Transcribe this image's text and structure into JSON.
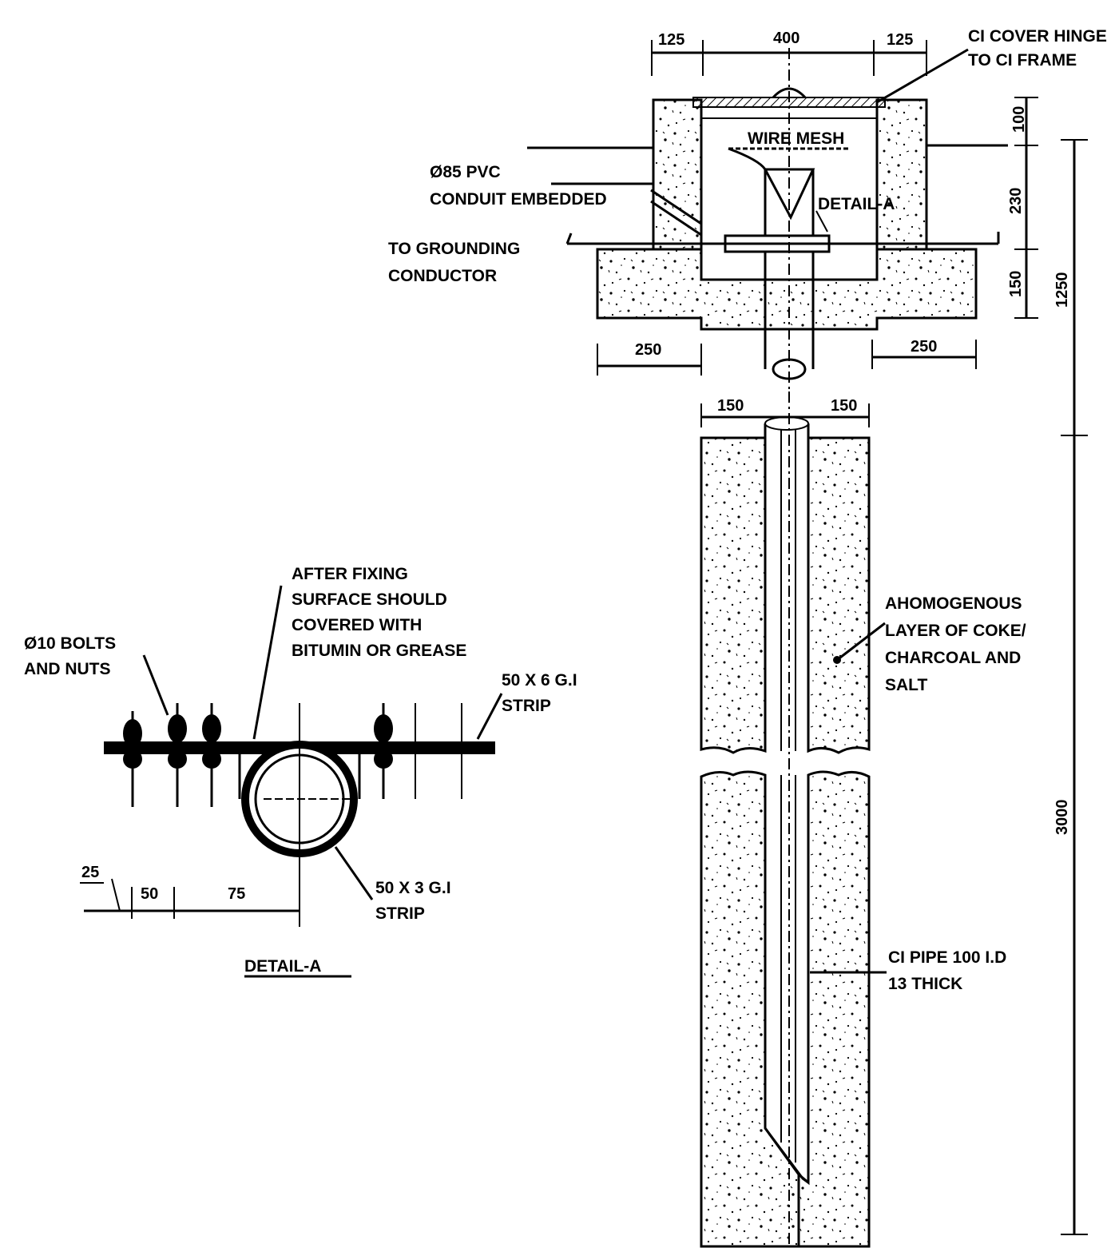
{
  "labels": {
    "ci_cover": [
      "CI COVER HINGED",
      "TO CI FRAME"
    ],
    "wire_mesh": "WIRE MESH",
    "pvc_conduit": [
      "Ø85 PVC",
      "CONDUIT EMBEDDED"
    ],
    "detail_a_ref": "DETAIL-A",
    "to_grounding": [
      "TO GROUNDING",
      "CONDUCTOR"
    ],
    "homogenous_layer": [
      "AHOMOGENOUS",
      "LAYER OF COKE/",
      "CHARCOAL AND",
      "SALT"
    ],
    "ci_pipe": [
      "CI PIPE 100 I.D",
      "13 THICK"
    ],
    "after_fixing": [
      "AFTER FIXING",
      "SURFACE SHOULD",
      "COVERED WITH",
      "BITUMIN OR GREASE"
    ],
    "bolts": [
      "Ø10 BOLTS",
      "AND NUTS"
    ],
    "strip_top": [
      "50 X 6 G.I",
      "STRIP"
    ],
    "strip_bottom": [
      "50 X 3 G.I",
      "STRIP"
    ],
    "detail_title": "DETAIL-A"
  },
  "dimensions": {
    "top_left": "125",
    "top_mid": "400",
    "top_right": "125",
    "right_100": "100",
    "right_230": "230",
    "right_150": "150",
    "right_1250": "1250",
    "bottom_left": "250",
    "bottom_right": "250",
    "pipe_left": "150",
    "pipe_right": "150",
    "total_3000": "3000",
    "detail_25": "25",
    "detail_50": "50",
    "detail_75": "75"
  }
}
